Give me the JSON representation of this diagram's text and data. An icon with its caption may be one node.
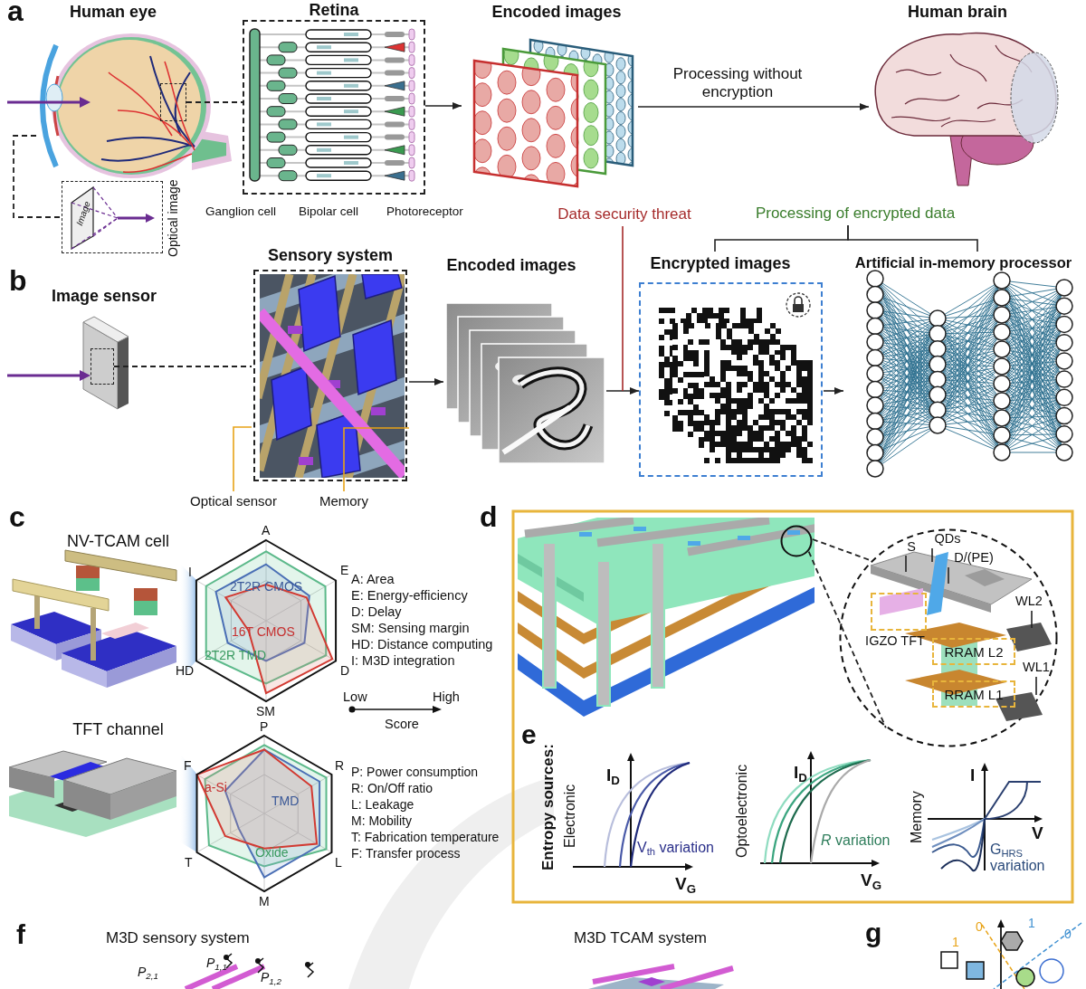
{
  "diagram": {
    "nodes": [
      {
        "text": [
          "Human eye"
        ]
      },
      {
        "text": [],
        "shape": "box",
        "in": 0
      },
      {
        "text": [
          "Image"
        ],
        "beside": [
          "Optical image"
        ]
      },
      {
        "text": [
          "Retina"
        ]
      },
      {
        "text": [
          "Encoded images"
        ]
      },
      {
        "text": [
          "Human brain"
        ]
      },
      {
        "text": [
          "Image sensor"
        ]
      },
      {
        "text": [],
        "shape": "box",
        "in": 6
      },
      {
        "text": [
          "Sensory system"
        ]
      },
      {
        "text": [
          "Optical sensor"
        ]
      },
      {
        "text": [
          "Memory"
        ]
      },
      {
        "text": [
          "Encoded images"
        ]
      },
      {
        "text": [
          "Encrypted images"
        ]
      },
      {
        "text": [
          "Artificial in-memory processor"
        ]
      },
      {
        "text": [
          "Data security threat"
        ]
      },
      {
        "text": [
          "NV-TCAM cell"
        ]
      },
      {
        "text": [
          "TFT channel"
        ]
      },
      {
        "text": [],
        "shape": "picture"
      },
      {
        "text": [],
        "shape": "circle"
      },
      {
        "text": [],
        "shape": "circle"
      },
      {
        "text": [
          "S"
        ],
        "in": 19
      },
      {
        "text": [
          "QDs"
        ],
        "in": 19
      },
      {
        "text": [
          "D/(PE)"
        ],
        "in": 19
      },
      {
        "text": [
          "WL2"
        ],
        "in": 19
      },
      {
        "text": [
          "IGZO TFT"
        ],
        "in": 19
      },
      {
        "text": [
          "RRAM L2"
        ],
        "in": 19
      },
      {
        "text": [
          "WL1"
        ],
        "in": 19
      },
      {
        "text": [
          "RRAM L1"
        ],
        "in": 19
      },
      {
        "text": [
          "Processing of encrypted data"
        ]
      }
    ],
    "edges": [
      {
        "from": 0,
        "to": 2,
        "arrow": "none",
        "style": "dashed"
      },
      {
        "from": 1,
        "to": 3,
        "arrow": "none",
        "style": "dashed"
      },
      {
        "from": 3,
        "to": 4,
        "arrow": "to"
      },
      {
        "from": 4,
        "to": 5,
        "arrow": "to",
        "label": "Processing without encryption"
      },
      {
        "from": 7,
        "to": 8,
        "arrow": "none",
        "style": "dashed"
      },
      {
        "from": 8,
        "to": 11,
        "arrow": "to"
      },
      {
        "from": 11,
        "to": 12,
        "arrow": "to"
      },
      {
        "from": 12,
        "to": 13,
        "arrow": "to"
      },
      {
        "from": 9,
        "to": 8,
        "arrow": "none",
        "color": "#e8a317"
      },
      {
        "from": 10,
        "to": 8,
        "arrow": "none",
        "color": "#e8a317"
      },
      {
        "from": 14,
        "to": null,
        "arrow": "none",
        "color": "#a52a2a"
      },
      {
        "from": 18,
        "to": 19,
        "arrow": "none",
        "style": "dashed"
      },
      {
        "from": 18,
        "to": 19,
        "arrow": "none",
        "style": "dashed"
      },
      {
        "from": 20,
        "to": null,
        "arrow": "none"
      },
      {
        "from": 21,
        "to": null,
        "arrow": "none"
      },
      {
        "from": 22,
        "to": null,
        "arrow": "none"
      },
      {
        "from": 23,
        "to": null,
        "arrow": "none"
      },
      {
        "from": 26,
        "to": null,
        "arrow": "none"
      },
      {
        "from": 28,
        "to": 12,
        "arrow": "none"
      },
      {
        "from": 28,
        "to": 13,
        "arrow": "none"
      }
    ],
    "labels": [
      "a",
      "Ganglion cell",
      "Bipolar cell",
      "Photoreceptor",
      "b",
      "c",
      "A",
      "I",
      "E",
      "HD",
      "D",
      "SM",
      "2T2R CMOS",
      "16T CMOS",
      "2T2R TMD",
      "A: Area",
      "E: Energy-efficiency",
      "D: Delay",
      "SM: Sensing margin",
      "HD: Distance computing",
      "I: M3D integration",
      "Low",
      "High",
      "P",
      "Score",
      "F",
      "R",
      "T",
      "L",
      "M",
      "a-Si",
      "TMD",
      "Oxide",
      "P: Power consumption",
      "R: On/Off ratio",
      "L: Leakage",
      "M: Mobility",
      "T: Fabrication temperature",
      "F: Transfer process",
      "d",
      "e",
      "Entropy sources:",
      "Electronic",
      "I$_{D}$",
      "V$_{th}$ variation",
      "V$_{G}$",
      "Optoelectronic",
      "I$_{D}$",
      "*R* variation",
      "V$_{G}$",
      "Memory",
      "I",
      "V",
      "G$_{HRS}$ variation",
      "f",
      "M3D sensory system",
      "P$_{2,1}$",
      "P$_{1,1}$",
      "P$_{1,2}$",
      "M3D TCAM system",
      "g",
      "1",
      "0",
      "1",
      "0"
    ]
  }
}
